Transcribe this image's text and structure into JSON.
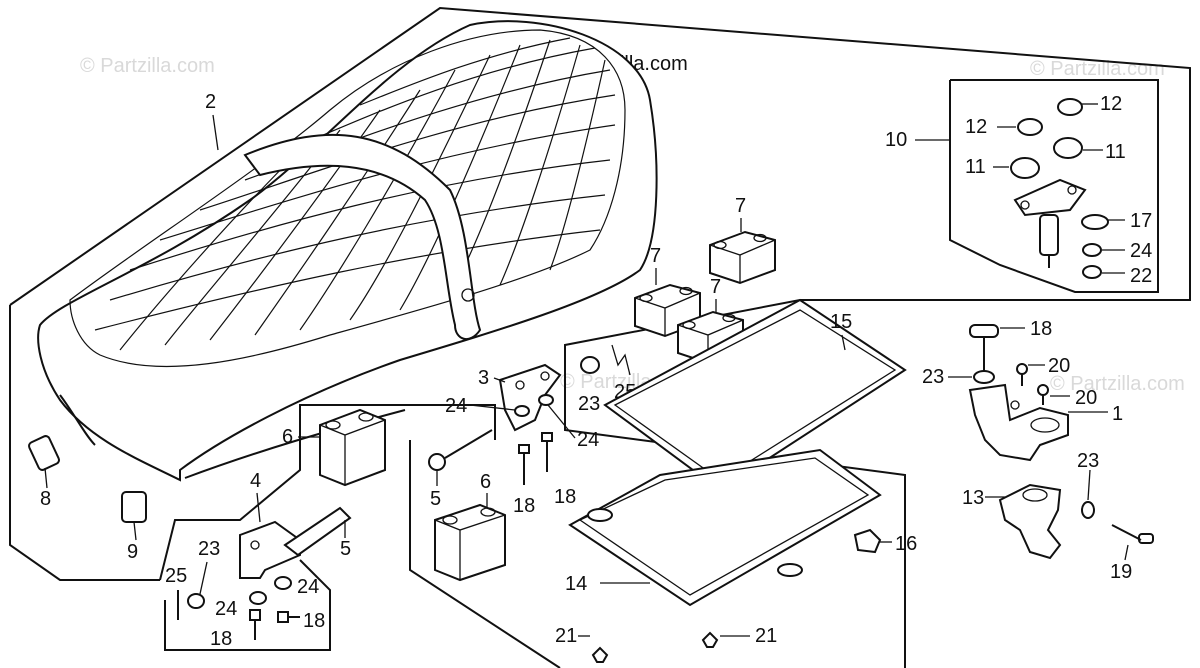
{
  "watermarks": {
    "main": "© Partzilla.com",
    "faint": "© Partzilla.com"
  },
  "callouts": {
    "c1": "1",
    "c2": "2",
    "c3": "3",
    "c4": "4",
    "c5a": "5",
    "c5b": "5",
    "c6a": "6",
    "c6b": "6",
    "c7a": "7",
    "c7b": "7",
    "c7c": "7",
    "c8": "8",
    "c9": "9",
    "c10": "10",
    "c11a": "11",
    "c11b": "11",
    "c12a": "12",
    "c12b": "12",
    "c13": "13",
    "c14": "14",
    "c15": "15",
    "c16": "16",
    "c17": "17",
    "c18a": "18",
    "c18b": "18",
    "c18c": "18",
    "c18d": "18",
    "c18e": "18",
    "c19": "19",
    "c20a": "20",
    "c20b": "20",
    "c21a": "21",
    "c21b": "21",
    "c22": "22",
    "c23a": "23",
    "c23b": "23",
    "c23c": "23",
    "c23d": "23",
    "c24a": "24",
    "c24b": "24",
    "c24c": "24",
    "c24d": "24",
    "c24e": "24",
    "c25a": "25",
    "c25b": "25"
  }
}
